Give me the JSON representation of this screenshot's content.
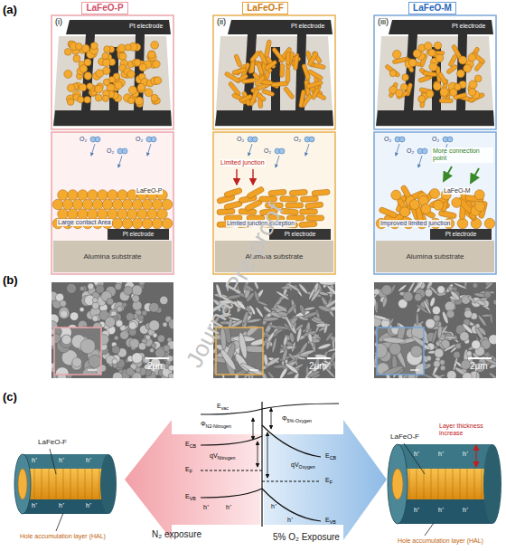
{
  "diagram": {
    "nodes": [
      {
        "text": [
          "LaFeO-P"
        ]
      },
      {
        "text": [
          "LaFeO-F"
        ]
      },
      {
        "text": [
          "LaFeO-M"
        ]
      },
      {
        "text": [
          "Pt electrode"
        ]
      },
      {
        "text": [
          "Alumina substrate"
        ]
      },
      {
        "text": [
          "Pt electrode"
        ]
      },
      {
        "text": [
          "Alumina substrate"
        ]
      },
      {
        "text": [
          "Pt electrode"
        ]
      },
      {
        "text": [
          "Alumina substrate"
        ]
      }
    ],
    "labels": [
      "(a)",
      "(i)",
      "(ii)",
      "(iii)",
      "Pt electrode",
      "Pt electrode",
      "Pt electrode",
      "O₂",
      "O₂",
      "O₂",
      "O₂",
      "O₂",
      "O₂",
      "O₂",
      "O₂",
      "O₂",
      "LaFeO-P",
      "Large contact Area",
      "Limited junction",
      "Limited junction exception",
      "More connection point",
      "LaFeO-M",
      "Improved limited junction",
      "(b)",
      "2μm",
      "2μm",
      "2μm",
      "(c)",
      "N₂ exposure",
      "5% O₂ Exposure",
      "Evac",
      "ΦN2-Nitrogen",
      "ECB",
      "qVNitrogen",
      "EF",
      "EVB",
      "Φ5%-Oxygen",
      "qVOxygen",
      "ECB",
      "EF",
      "EVB",
      "LaFeO-F",
      "Hole accumulation layer (HAL)",
      "LaFeO-F",
      "Layer thickness increase",
      "Hole accumulation layer (HAL)",
      "h⁺",
      "h⁺",
      "h⁺",
      "h⁺",
      "h⁺",
      "h⁺",
      "h⁺",
      "h⁺",
      "h⁺",
      "h⁺",
      "h⁺",
      "h⁺",
      "h⁺",
      "h⁺",
      "h⁺",
      "h⁺",
      "Journal Pre-proof"
    ]
  }
}
